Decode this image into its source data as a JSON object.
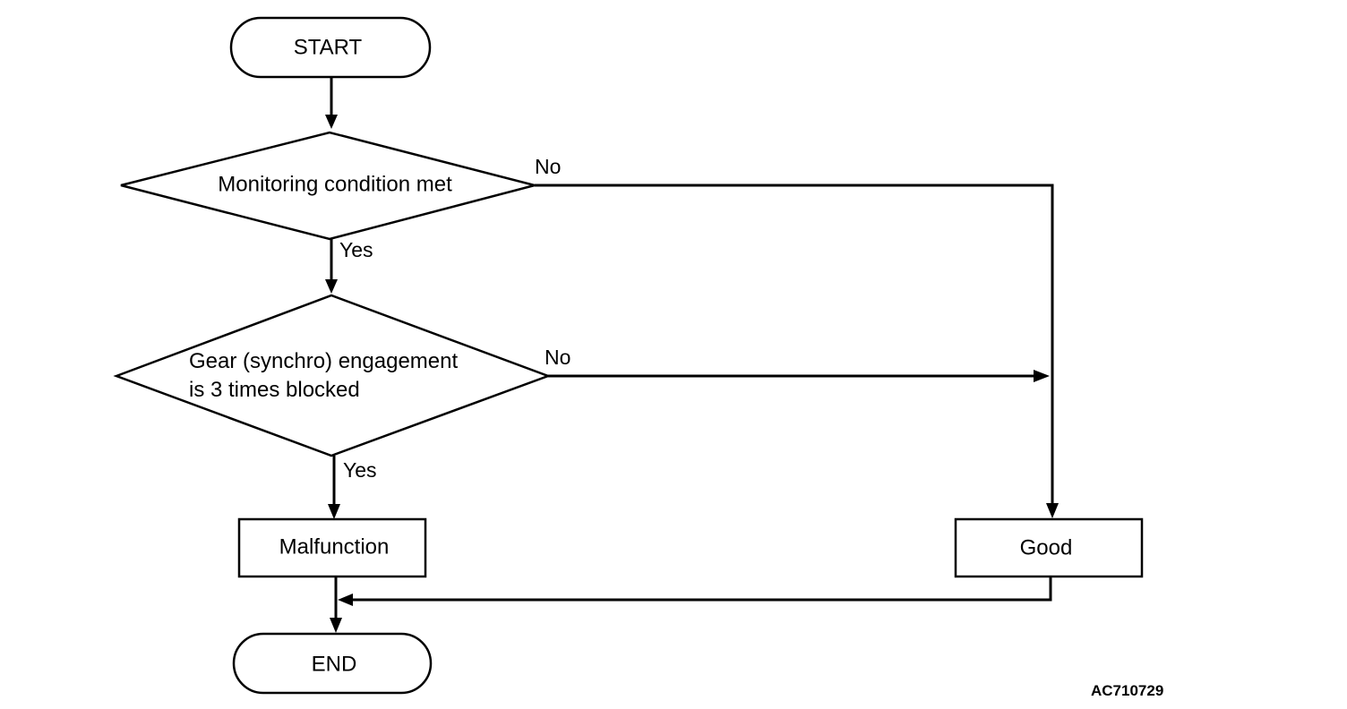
{
  "flowchart": {
    "start": "START",
    "decision_1": "Monitoring condition met",
    "decision_2": {
      "line_1": "Gear (synchro) engagement",
      "line_2": "is 3 times blocked"
    },
    "malfunction": "Malfunction",
    "good": "Good",
    "end": "END",
    "branch_labels": {
      "decision_1_no": "No",
      "decision_1_yes": "Yes",
      "decision_2_no": "No",
      "decision_2_yes": "Yes"
    }
  },
  "figure_id": "AC710729"
}
